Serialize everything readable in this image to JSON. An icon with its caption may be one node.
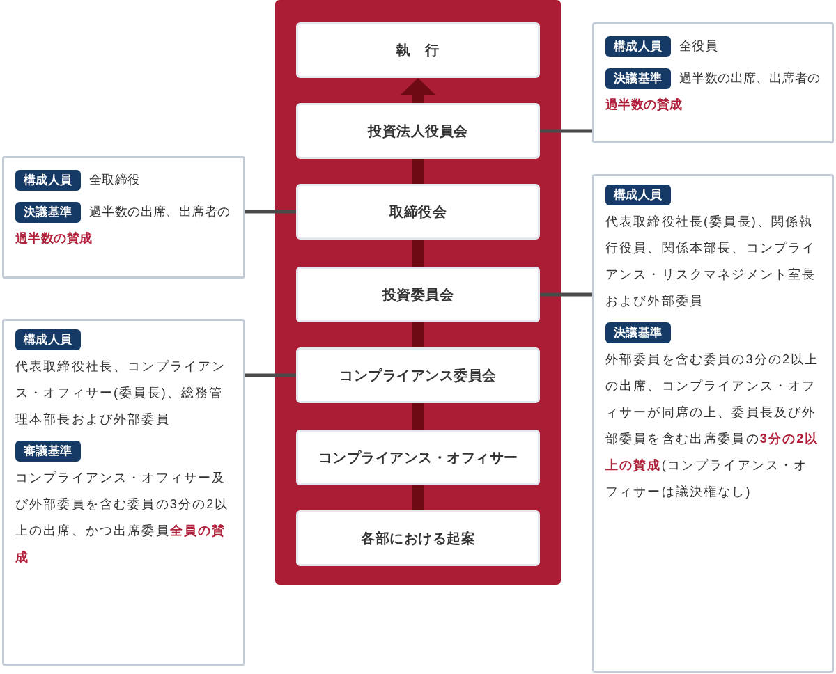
{
  "diagram": {
    "nodes": [
      {
        "text": [],
        "shape": "box"
      },
      {
        "text": [
          "執　行"
        ],
        "in": 0
      },
      {
        "text": [
          "投資法人役員会"
        ],
        "in": 0
      },
      {
        "text": [
          "取締役会"
        ],
        "in": 0
      },
      {
        "text": [
          "投資委員会"
        ],
        "in": 0
      },
      {
        "text": [
          "コンプライアンス委員会"
        ],
        "in": 0
      },
      {
        "text": [
          "コンプライアンス・オフィサー"
        ],
        "in": 0
      },
      {
        "text": [
          "各部における起案"
        ],
        "in": 0
      },
      {
        "text": [
          "構成人員",
          "全役員",
          "決議基準",
          "過半数の出席、出席者の**過半数の賛成**"
        ]
      },
      {
        "text": [
          "構成人員",
          "全取締役",
          "決議基準",
          "過半数の出席、出席者の**過半数の賛成**"
        ]
      },
      {
        "text": [
          "構成人員",
          "代表取締役社長(委員長)、関係執行役員、関係本部長、コンプライアンス・リスクマネジメント室長および外部委員",
          "決議基準",
          "外部委員を含む委員の3分の2以上の出席、コンプライアンス・オフィサーが同席の上、委員長及び外部委員を含む出席委員の**3分の2以上の賛成**(コンプライアンス・オフィサーは議決権なし)"
        ]
      },
      {
        "text": [
          "構成人員",
          "代表取締役社長、コンプライアンス・オフィサー(委員長)、総務管理本部長および外部委員",
          "審議基準",
          "コンプライアンス・オフィサー及び外部委員を含む委員の3分の2以上の出席、かつ出席委員**全員の賛成**"
        ]
      }
    ],
    "edges": [
      {
        "from": 7,
        "to": 6,
        "arrow": "none"
      },
      {
        "from": 6,
        "to": 5,
        "arrow": "none"
      },
      {
        "from": 5,
        "to": 4,
        "arrow": "none"
      },
      {
        "from": 4,
        "to": 3,
        "arrow": "none"
      },
      {
        "from": 3,
        "to": 2,
        "arrow": "none"
      },
      {
        "from": 2,
        "to": 1,
        "arrow": "to"
      },
      {
        "from": 2,
        "to": 8,
        "arrow": "none",
        "color": "#4a4a4a"
      },
      {
        "from": 3,
        "to": 9,
        "arrow": "none",
        "color": "#4a4a4a"
      },
      {
        "from": 4,
        "to": 10,
        "arrow": "none",
        "color": "#4a4a4a"
      },
      {
        "from": 5,
        "to": 11,
        "arrow": "none",
        "color": "#4a4a4a"
      }
    ]
  }
}
